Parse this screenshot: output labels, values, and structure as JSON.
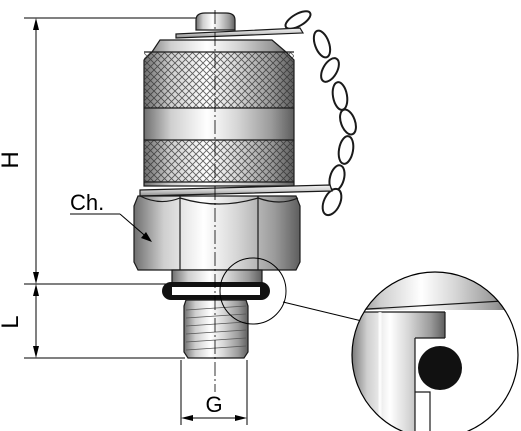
{
  "drawing": {
    "labels": {
      "height": "H",
      "thread_length": "L",
      "hex": "Ch.",
      "thread": "G"
    },
    "colors": {
      "steel_dark": "#7d7d7d",
      "steel_light": "#f2f2f2",
      "oring": "#111111",
      "line": "#000000"
    }
  }
}
